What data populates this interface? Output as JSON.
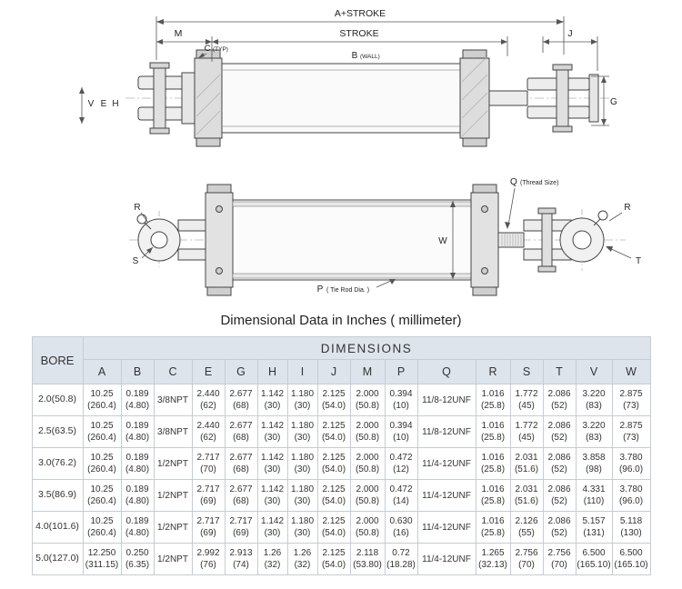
{
  "title": {
    "text": "Dimensional Data in Inches ( millimeter)"
  },
  "drawing1": {
    "labels": {
      "a_stroke": "A+STROKE",
      "stroke": "STROKE",
      "b": "B",
      "b_sub": "(WALL)",
      "m": "M",
      "c": "C",
      "c_sub": "(TYP)",
      "j": "J",
      "v": "V",
      "e": "E",
      "h": "H",
      "g": "G"
    }
  },
  "drawing2": {
    "labels": {
      "q": "Q",
      "q_sub": "(Thread Size)",
      "r_left": "R",
      "r_right": "R",
      "s": "S",
      "t": "T",
      "w": "W",
      "p": "P",
      "p_sub": "( Tie Rod Dia. )"
    }
  },
  "table": {
    "bore_header": "BORE",
    "dimensions_header": "DIMENSIONS",
    "columns": [
      "A",
      "B",
      "C",
      "E",
      "G",
      "H",
      "I",
      "J",
      "M",
      "P",
      "Q",
      "R",
      "S",
      "T",
      "V",
      "W"
    ],
    "rows": [
      {
        "bore": "2.0(50.8)",
        "cells": [
          [
            "10.25",
            "(260.4)"
          ],
          [
            "0.189",
            "(4.80)"
          ],
          [
            "3/8NPT",
            ""
          ],
          [
            "2.440",
            "(62)"
          ],
          [
            "2.677",
            "(68)"
          ],
          [
            "1.142",
            "(30)"
          ],
          [
            "1.180",
            "(30)"
          ],
          [
            "2.125",
            "(54.0)"
          ],
          [
            "2.000",
            "(50.8)"
          ],
          [
            "0.394",
            "(10)"
          ],
          [
            "11/8-12UNF",
            ""
          ],
          [
            "1.016",
            "(25.8)"
          ],
          [
            "1.772",
            "(45)"
          ],
          [
            "2.086",
            "(52)"
          ],
          [
            "3.220",
            "(83)"
          ],
          [
            "2.875",
            "(73)"
          ]
        ]
      },
      {
        "bore": "2.5(63.5)",
        "cells": [
          [
            "10.25",
            "(260.4)"
          ],
          [
            "0.189",
            "(4.80)"
          ],
          [
            "3/8NPT",
            ""
          ],
          [
            "2.440",
            "(62)"
          ],
          [
            "2.677",
            "(68)"
          ],
          [
            "1.142",
            "(30)"
          ],
          [
            "1.180",
            "(30)"
          ],
          [
            "2.125",
            "(54.0)"
          ],
          [
            "2.000",
            "(50.8)"
          ],
          [
            "0.394",
            "(10)"
          ],
          [
            "11/8-12UNF",
            ""
          ],
          [
            "1.016",
            "(25.8)"
          ],
          [
            "1.772",
            "(45)"
          ],
          [
            "2.086",
            "(52)"
          ],
          [
            "3.220",
            "(83)"
          ],
          [
            "2.875",
            "(73)"
          ]
        ]
      },
      {
        "bore": "3.0(76.2)",
        "cells": [
          [
            "10.25",
            "(260.4)"
          ],
          [
            "0.189",
            "(4.80)"
          ],
          [
            "1/2NPT",
            ""
          ],
          [
            "2.717",
            "(70)"
          ],
          [
            "2.677",
            "(68)"
          ],
          [
            "1.142",
            "(30)"
          ],
          [
            "1.180",
            "(30)"
          ],
          [
            "2.125",
            "(54.0)"
          ],
          [
            "2.000",
            "(50.8)"
          ],
          [
            "0.472",
            "(12)"
          ],
          [
            "11/4-12UNF",
            ""
          ],
          [
            "1.016",
            "(25.8)"
          ],
          [
            "2.031",
            "(51.6)"
          ],
          [
            "2.086",
            "(52)"
          ],
          [
            "3.858",
            "(98)"
          ],
          [
            "3.780",
            "(96.0)"
          ]
        ]
      },
      {
        "bore": "3.5(86.9)",
        "cells": [
          [
            "10.25",
            "(260.4)"
          ],
          [
            "0.189",
            "(4.80)"
          ],
          [
            "1/2NPT",
            ""
          ],
          [
            "2.717",
            "(69)"
          ],
          [
            "2.677",
            "(68)"
          ],
          [
            "1.142",
            "(30)"
          ],
          [
            "1.180",
            "(30)"
          ],
          [
            "2.125",
            "(54.0)"
          ],
          [
            "2.000",
            "(50.8)"
          ],
          [
            "0.472",
            "(14)"
          ],
          [
            "11/4-12UNF",
            ""
          ],
          [
            "1.016",
            "(25.8)"
          ],
          [
            "2.031",
            "(51.6)"
          ],
          [
            "2.086",
            "(52)"
          ],
          [
            "4.331",
            "(110)"
          ],
          [
            "3.780",
            "(96.0)"
          ]
        ]
      },
      {
        "bore": "4.0(101.6)",
        "cells": [
          [
            "10.25",
            "(260.4)"
          ],
          [
            "0.189",
            "(4.80)"
          ],
          [
            "1/2NPT",
            ""
          ],
          [
            "2.717",
            "(69)"
          ],
          [
            "2.717",
            "(69)"
          ],
          [
            "1.142",
            "(30)"
          ],
          [
            "1.180",
            "(30)"
          ],
          [
            "2.125",
            "(54.0)"
          ],
          [
            "2.000",
            "(50.8)"
          ],
          [
            "0.630",
            "(16)"
          ],
          [
            "11/4-12UNF",
            ""
          ],
          [
            "1.016",
            "(25.8)"
          ],
          [
            "2.126",
            "(55)"
          ],
          [
            "2.086",
            "(52)"
          ],
          [
            "5.157",
            "(131)"
          ],
          [
            "5.118",
            "(130)"
          ]
        ]
      },
      {
        "bore": "5.0(127.0)",
        "cells": [
          [
            "12.250",
            "(311.15)"
          ],
          [
            "0.250",
            "(6.35)"
          ],
          [
            "1/2NPT",
            ""
          ],
          [
            "2.992",
            "(76)"
          ],
          [
            "2.913",
            "(74)"
          ],
          [
            "1.26",
            "(32)"
          ],
          [
            "1.26",
            "(32)"
          ],
          [
            "2.125",
            "(54.0)"
          ],
          [
            "2.118",
            "(53.80)"
          ],
          [
            "0.72",
            "(18.28)"
          ],
          [
            "11/4-12UNF",
            ""
          ],
          [
            "1.265",
            "(32.13)"
          ],
          [
            "2.756",
            "(70)"
          ],
          [
            "2.756",
            "(70)"
          ],
          [
            "6.500",
            "(165.10)"
          ],
          [
            "6.500",
            "(165.10)"
          ]
        ]
      }
    ]
  }
}
